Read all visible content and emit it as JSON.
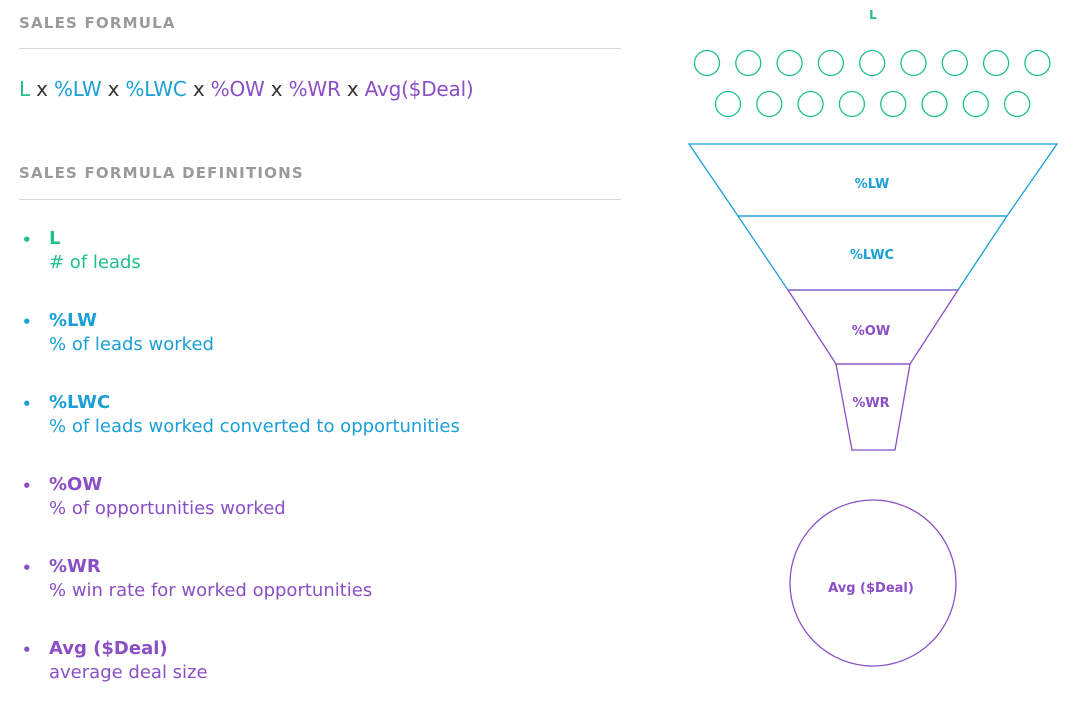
{
  "headings": {
    "formula": "SALES FORMULA",
    "definitions": "SALES FORMULA DEFINITIONS"
  },
  "formula": {
    "terms": [
      "L",
      "%LW",
      "%LWC",
      "%OW",
      "%WR",
      "Avg($Deal)"
    ],
    "operator": "x"
  },
  "definitions": [
    {
      "bullet": "•",
      "term": "L",
      "description": "# of leads"
    },
    {
      "bullet": "•",
      "term": "%LW",
      "description": "% of leads worked"
    },
    {
      "bullet": "•",
      "term": "%LWC",
      "description": "% of leads worked converted to opportunities"
    },
    {
      "bullet": "•",
      "term": "%OW",
      "description": "% of opportunities worked"
    },
    {
      "bullet": "•",
      "term": "%WR",
      "description": "% win rate for worked opportunities"
    },
    {
      "bullet": "•",
      "term": "Avg ($Deal)",
      "description": "average deal size"
    }
  ],
  "diagram": {
    "leads_label": "L",
    "leads_rows": [
      9,
      8
    ],
    "funnel_stages": [
      "%LW",
      "%LWC",
      "%OW",
      "%WR"
    ],
    "deal_label": "Avg ($Deal)"
  },
  "colors": {
    "green": "#20c08d",
    "blue": "#1a9fd6",
    "purple": "#8a4fc5",
    "operator": "#333333",
    "heading": "#9a9a9a",
    "rule": "#d8d8d8"
  }
}
